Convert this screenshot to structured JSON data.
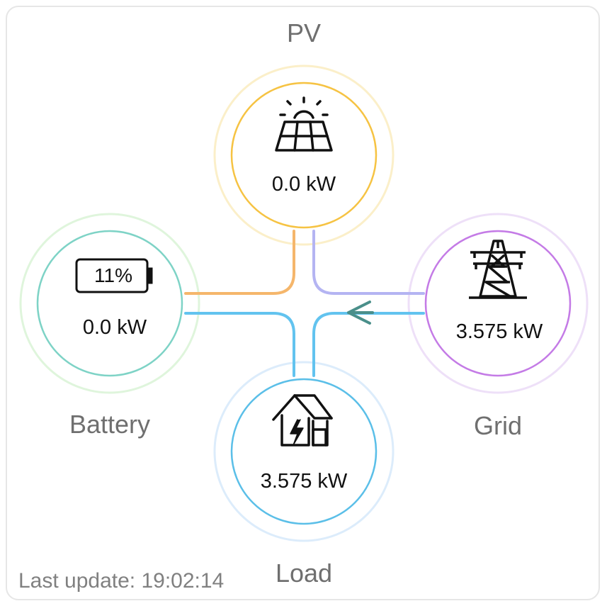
{
  "pv": {
    "label": "PV",
    "value": "0.0 kW",
    "icon": "solar-panel-icon",
    "color": "#f6c343"
  },
  "battery": {
    "label": "Battery",
    "value": "0.0 kW",
    "percent": "11%",
    "icon": "battery-icon",
    "color": "#7ed3c6"
  },
  "grid": {
    "label": "Grid",
    "value": "3.575 kW",
    "icon": "transmission-tower-icon",
    "color": "#c47be6"
  },
  "load": {
    "label": "Load",
    "value": "3.575 kW",
    "icon": "house-bolt-icon",
    "color": "#5bbfe8"
  },
  "footer": {
    "last_update": "Last update: 19:02:14"
  },
  "colors": {
    "flow_pv": "#f5b66b",
    "flow_battery": "#6fd3c4",
    "flow_grid": "#b4b4f2",
    "flow_load": "#62c3ef",
    "arrow": "#4a8f8a"
  }
}
